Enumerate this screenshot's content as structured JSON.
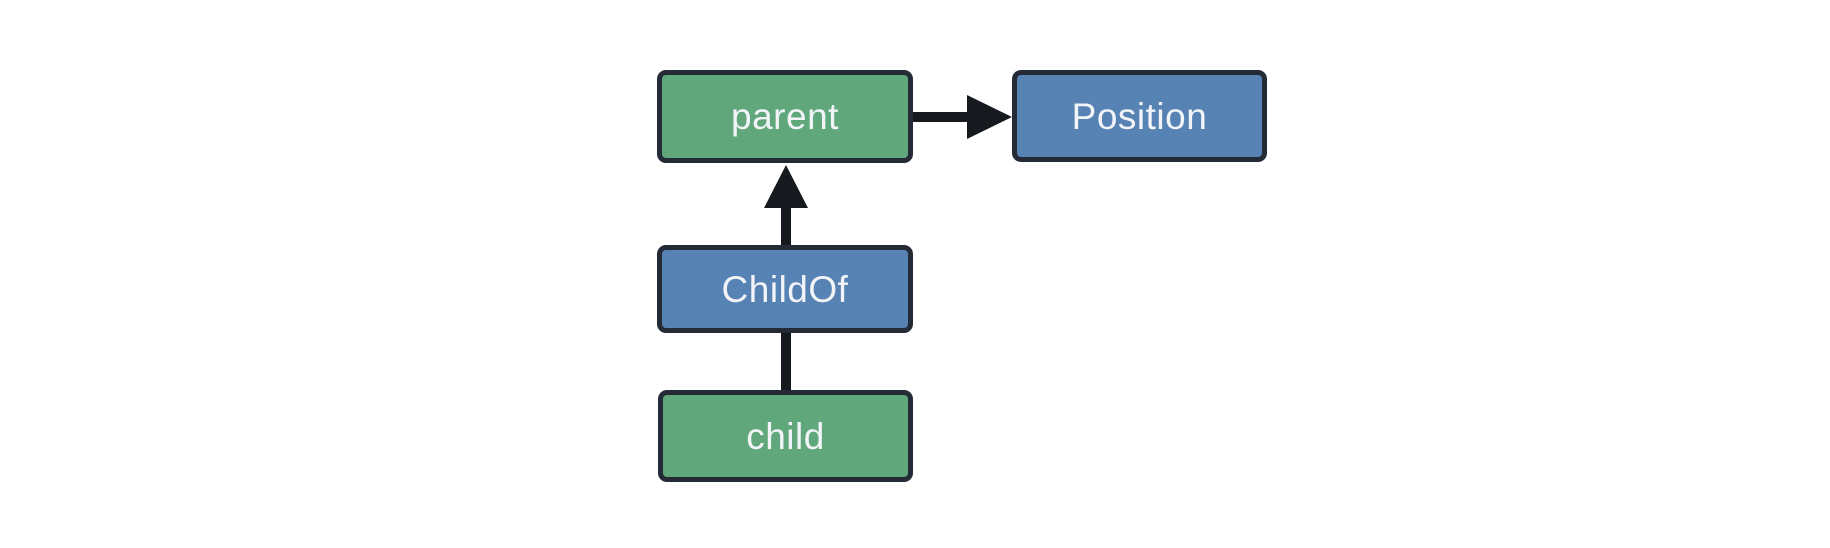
{
  "diagram": {
    "type": "graph",
    "background": "#ffffff",
    "nodes": [
      {
        "id": "parent",
        "label": "parent",
        "kind": "entity",
        "fill": "#60a87b"
      },
      {
        "id": "Position",
        "label": "Position",
        "kind": "component",
        "fill": "#5782b4"
      },
      {
        "id": "ChildOf",
        "label": "ChildOf",
        "kind": "relationship",
        "fill": "#5782b4"
      },
      {
        "id": "child",
        "label": "child",
        "kind": "entity",
        "fill": "#60a87b"
      }
    ],
    "edges": [
      {
        "from": "parent",
        "to": "Position",
        "connector": "arrow",
        "direction": "right",
        "color": "#16191e"
      },
      {
        "from": "ChildOf",
        "to": "parent",
        "connector": "arrow",
        "direction": "up",
        "color": "#16191e"
      },
      {
        "from": "child",
        "to": "ChildOf",
        "connector": "line",
        "direction": "up",
        "color": "#16191e"
      }
    ],
    "colors": {
      "entity_fill": "#60a87b",
      "component_fill": "#5782b4",
      "node_border": "#252b36",
      "connector": "#16191e",
      "label_text": "#f2f4f8",
      "background": "#ffffff"
    }
  }
}
